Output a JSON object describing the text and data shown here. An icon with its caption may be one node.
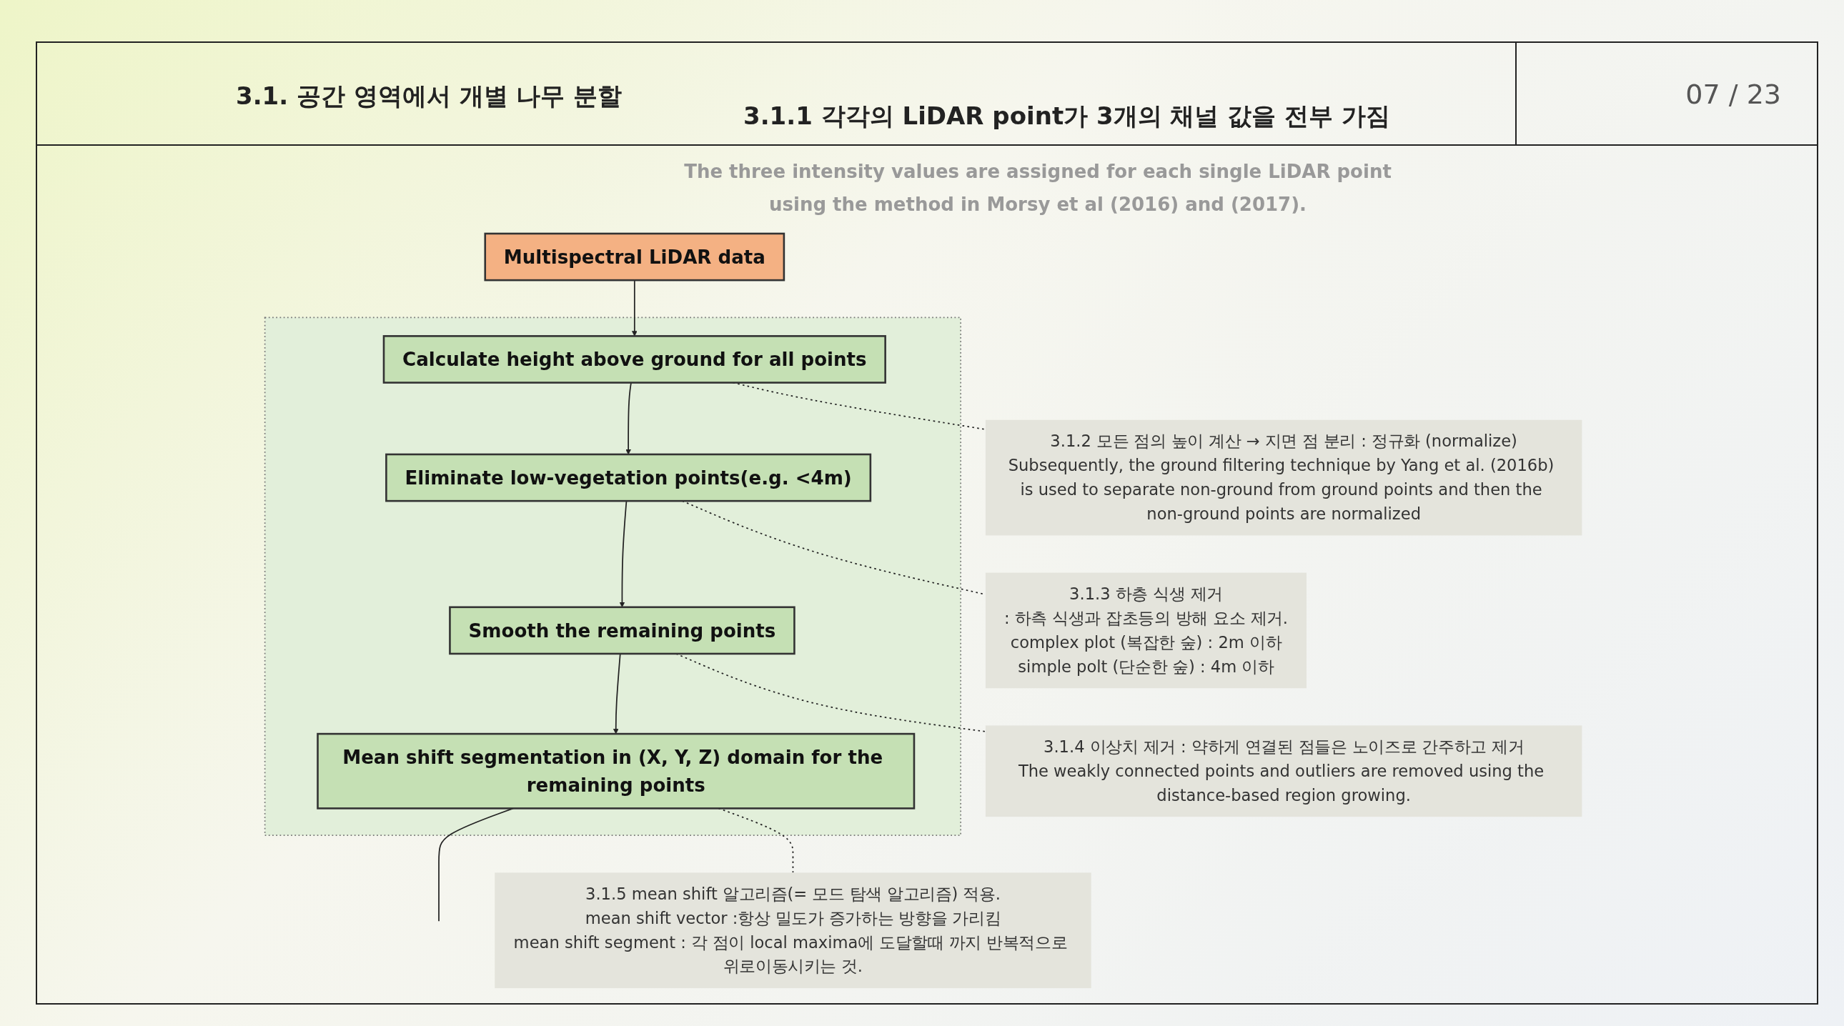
{
  "diagram": {
    "title": "3.1. 공간 영역에서 개별 나무 분할",
    "nodes": [
      {
        "text": [
          "Multispectral LiDAR data"
        ]
      },
      {
        "text": [],
        "shape": "box"
      },
      {
        "text": [
          "Calculate height above ground for all points"
        ],
        "in": 1
      },
      {
        "text": [
          "Eliminate low-vegetation points(e.g. <4m)"
        ],
        "in": 1
      },
      {
        "text": [
          "Smooth the remaining points"
        ],
        "in": 1
      },
      {
        "text": [
          "Mean shift segmentation in (X, Y, Z) domain for the remaining points"
        ],
        "in": 1
      },
      {
        "text": [
          "3.1.2 모든 점의 높이 계산 → 지면 점 분리 : 정규화 (normalize)",
          "Subsequently, the ground filtering technique by Yang et al. (2016b) is used to separate non-ground from ground points and then the non-ground points are normalized"
        ]
      },
      {
        "text": [
          "3.1.3 하층 식생 제거",
          ": 하측 식생과 잡초등의 방해 요소 제거.",
          "complex plot (복잡한 숲) : 2m 이하",
          "simple polt (단순한 숲) : 4m 이하"
        ]
      },
      {
        "text": [
          "3.1.4 이상치 제거 : 약하게 연결된 점들은 노이즈로 간주하고 제거",
          "The weakly connected points and outliers are removed using the distance-based region growing."
        ]
      },
      {
        "text": [
          "3.1.5 mean shift 알고리즘(= 모드 탐색 알고리즘) 적용.",
          "mean shift vector :항상 밀도가 증가하는 방향을 가리킴",
          "mean shift segment : 각 점이 local maxima에 도달할때 까지 반복적으로 위로이동시키는 것."
        ]
      }
    ],
    "edges": [
      {
        "from": 0,
        "to": 2,
        "arrow": "to"
      },
      {
        "from": 2,
        "to": 3,
        "arrow": "to"
      },
      {
        "from": 3,
        "to": 4,
        "arrow": "to"
      },
      {
        "from": 4,
        "to": 5,
        "arrow": "to"
      },
      {
        "from": 5,
        "to": null,
        "arrow": "none"
      },
      {
        "from": 2,
        "to": 6,
        "arrow": "none",
        "style": "dashed"
      },
      {
        "from": 3,
        "to": 7,
        "arrow": "none",
        "style": "dashed"
      },
      {
        "from": 4,
        "to": 8,
        "arrow": "none",
        "style": "dashed"
      },
      {
        "from": 5,
        "to": 9,
        "arrow": "none",
        "style": "dashed"
      }
    ],
    "labels": [
      "3.1.1 각각의 LiDAR point가 3개의 채널 값을 전부 가짐",
      "The three intensity values are assigned for each single LiDAR point using the method in Morsy et al (2016) and (2017).",
      "07 / 23"
    ]
  }
}
